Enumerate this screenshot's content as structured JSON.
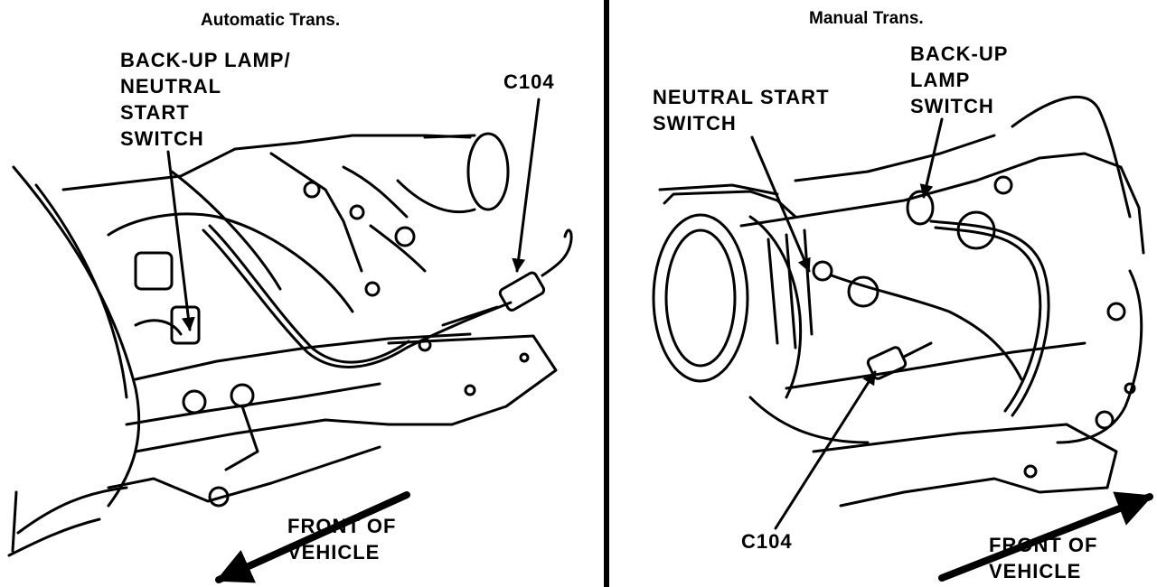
{
  "panels": {
    "automatic": {
      "title": "Automatic Trans.",
      "switch_label": "BACK-UP LAMP/\nNEUTRAL\nSTART\nSWITCH",
      "connector_label": "C104",
      "front_label": "FRONT OF\nVEHICLE"
    },
    "manual": {
      "title": "Manual Trans.",
      "neutral_label": "NEUTRAL START\nSWITCH",
      "backup_label": "BACK-UP\nLAMP\nSWITCH",
      "connector_label": "C104",
      "front_label": "FRONT OF\nVEHICLE"
    }
  },
  "colors": {
    "ink": "#000000",
    "paper": "#ffffff"
  }
}
